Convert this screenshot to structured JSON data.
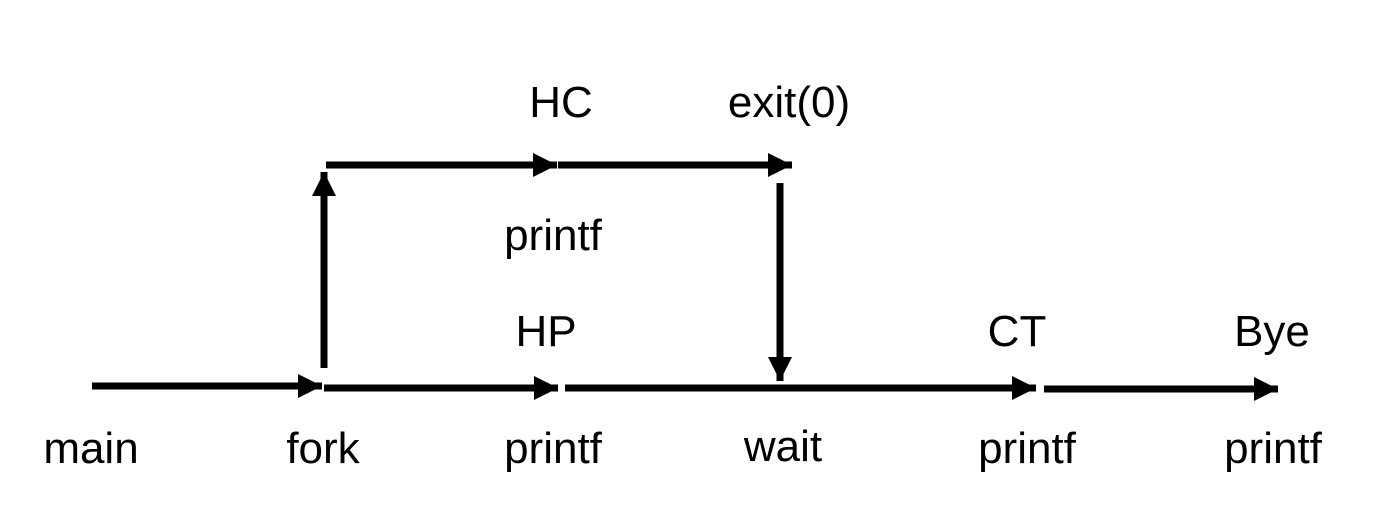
{
  "diagram": {
    "labels": {
      "main": "main",
      "fork": "fork",
      "hp_top": "HP",
      "hp_bottom": "printf",
      "hc_top": "HC",
      "hc_bottom": "printf",
      "exit": "exit(0)",
      "wait": "wait",
      "ct_top": "CT",
      "ct_bottom": "printf",
      "bye_top": "Bye",
      "bye_bottom": "printf"
    },
    "edges": [
      {
        "from": "main",
        "to": "fork"
      },
      {
        "from": "fork",
        "to": "HP printf"
      },
      {
        "from": "HP printf",
        "to": "CT printf"
      },
      {
        "from": "CT printf",
        "to": "Bye printf"
      },
      {
        "from": "fork",
        "to": "child"
      },
      {
        "from": "child",
        "to": "HC printf"
      },
      {
        "from": "HC printf",
        "to": "exit(0)"
      },
      {
        "from": "exit(0)",
        "to": "wait"
      }
    ],
    "colors": {
      "stroke": "#000000",
      "text": "#000000",
      "background": "#ffffff"
    }
  }
}
